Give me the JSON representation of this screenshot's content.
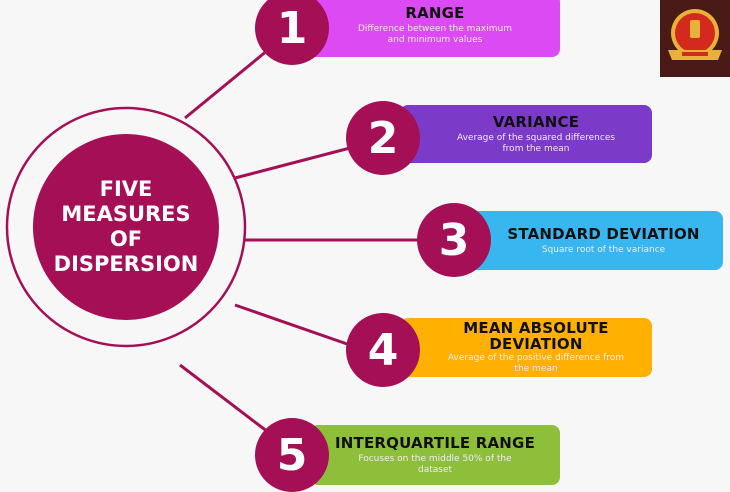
{
  "title": "FIVE\nMEASURES\nOF\nDISPERSION",
  "measures": [
    {
      "number": "1",
      "title": "RANGE",
      "description": "Difference between the maximum and minimum values",
      "color": "#dc4af3"
    },
    {
      "number": "2",
      "title": "VARIANCE",
      "description": "Average of the squared differences from the mean",
      "color": "#7b3bc8"
    },
    {
      "number": "3",
      "title": "STANDARD DEVIATION",
      "description": "Square root of the variance",
      "color": "#38b6f0"
    },
    {
      "number": "4",
      "title": "MEAN ABSOLUTE DEVIATION",
      "description": "Average of the positive difference from the mean",
      "color": "#ffb000"
    },
    {
      "number": "5",
      "title": "INTERQUARTILE RANGE",
      "description": "Focuses on the middle 50% of the dataset",
      "color": "#8dbf3a"
    }
  ],
  "logo": {
    "name": "emblem-logo"
  }
}
